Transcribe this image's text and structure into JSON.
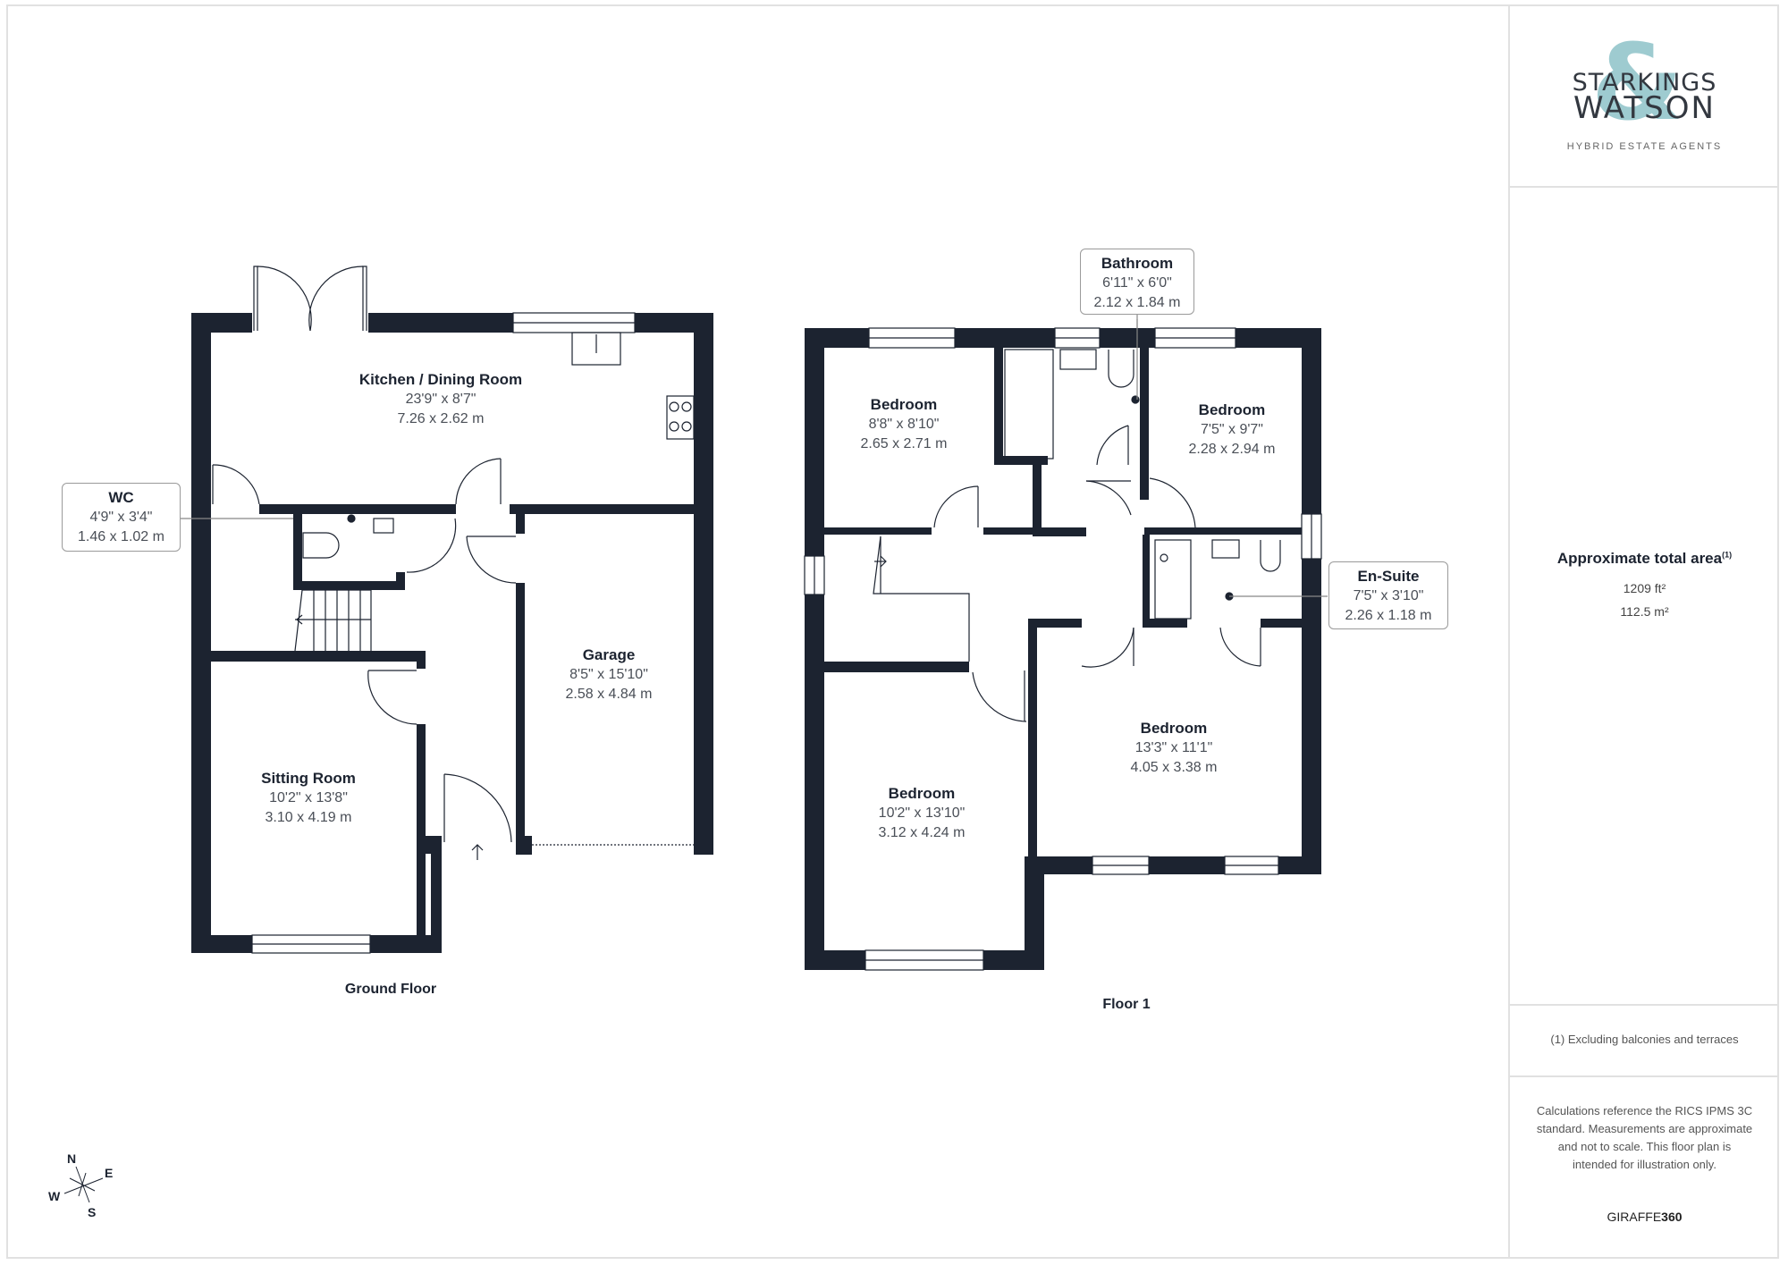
{
  "brand": {
    "name_line1": "STARKINGS",
    "name_line2": "WATSON",
    "ampersand": "&",
    "tagline": "HYBRID ESTATE AGENTS",
    "accent_color": "#9ecbd0"
  },
  "summary": {
    "title": "Approximate total area",
    "footnote_marker": "(1)",
    "area_ft": "1209 ft²",
    "area_m": "112.5 m²",
    "note": "(1) Excluding balconies and terraces",
    "disclaimer": "Calculations reference the RICS IPMS 3C standard. Measurements are approximate and not to scale. This floor plan is intended for illustration only.",
    "provider_prefix": "GIRAFFE",
    "provider_suffix": "360"
  },
  "floors": [
    {
      "label": "Ground Floor",
      "rooms": [
        {
          "name": "Kitchen / Dining Room",
          "imperial": "23'9\" x 8'7\"",
          "metric": "7.26 x 2.62 m"
        },
        {
          "name": "WC",
          "imperial": "4'9\" x 3'4\"",
          "metric": "1.46 x 1.02 m"
        },
        {
          "name": "Garage",
          "imperial": "8'5\" x 15'10\"",
          "metric": "2.58 x 4.84 m"
        },
        {
          "name": "Sitting Room",
          "imperial": "10'2\" x 13'8\"",
          "metric": "3.10 x 4.19 m"
        }
      ]
    },
    {
      "label": "Floor 1",
      "rooms": [
        {
          "name": "Bathroom",
          "imperial": "6'11\" x 6'0\"",
          "metric": "2.12 x 1.84 m"
        },
        {
          "name": "Bedroom",
          "imperial": "8'8\" x 8'10\"",
          "metric": "2.65 x 2.71 m"
        },
        {
          "name": "Bedroom",
          "imperial": "7'5\" x 9'7\"",
          "metric": "2.28 x 2.94 m"
        },
        {
          "name": "En-Suite",
          "imperial": "7'5\" x 3'10\"",
          "metric": "2.26 x 1.18 m"
        },
        {
          "name": "Bedroom",
          "imperial": "13'3\" x 11'1\"",
          "metric": "4.05 x 3.38 m"
        },
        {
          "name": "Bedroom",
          "imperial": "10'2\" x 13'10\"",
          "metric": "3.12 x 4.24 m"
        }
      ]
    }
  ],
  "compass": {
    "n": "N",
    "e": "E",
    "s": "S",
    "w": "W"
  },
  "colors": {
    "wall": "#1c2330",
    "border": "#e1e1e1"
  }
}
